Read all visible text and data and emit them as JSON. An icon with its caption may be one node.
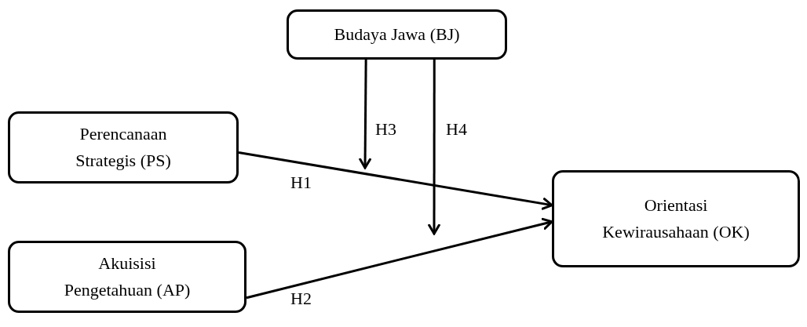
{
  "diagram": {
    "nodes": [
      {
        "text": [
          "Budaya Jawa (BJ)"
        ]
      },
      {
        "text": [
          "Perencanaan Strategis (PS)"
        ]
      },
      {
        "text": [
          "Akuisisi Pengetahuan (AP)"
        ]
      },
      {
        "text": [
          "Orientasi Kewirausahaan (OK)"
        ]
      }
    ],
    "edges": [
      {
        "from": 1,
        "to": 3,
        "arrow": "to",
        "label": "H1"
      },
      {
        "from": 2,
        "to": 3,
        "arrow": "to",
        "label": "H2"
      },
      {
        "from": 0,
        "to": null,
        "arrow": "to",
        "label": "H3"
      },
      {
        "from": 0,
        "to": null,
        "arrow": "to",
        "label": "H4"
      }
    ]
  }
}
